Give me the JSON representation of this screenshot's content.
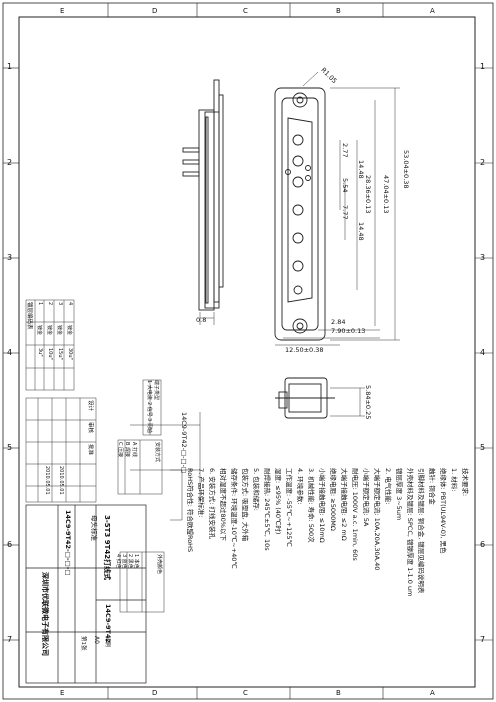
{
  "zones": {
    "letters": [
      "E",
      "D",
      "C",
      "B",
      "A"
    ],
    "numbers": [
      "1",
      "2",
      "3",
      "4",
      "5",
      "6",
      "7"
    ]
  },
  "dimensions": {
    "d_53": "53.04±0.38",
    "d_47": "47.04±0.13",
    "d_28": "28.36±0.13",
    "d_14a": "14.48",
    "d_277": "2.77",
    "d_554": "5.54",
    "d_777": "7.77",
    "d_14b": "14.48",
    "d_284": "2.84",
    "d_790": "7.90±0.13",
    "d_1250": "12.50±0.38",
    "d_08": "0.8",
    "d_584": "5.84±0.25",
    "d_r": "R1.05"
  },
  "notes": {
    "title": "技术要求:",
    "lines": [
      "1. 材料:",
      "   绝缘体: PBT(UL94V-0), 黑色",
      "   触针: 铜合金",
      "   引脚材料及镀层: 铜合金, 镀层见编码说明表",
      "   外壳材料及镀层: SPCC, 镀镍厚度 1-1.0 um",
      "   镀层厚度 3~5um",
      "2. 电气性能:",
      "   大端子额定电流: 10A,20A,30A,40",
      "   小端子额定电流: 5A",
      "   耐电压: 1000V a.c. 1min, 60s",
      "   大端子接触电阻: ≤2 mΩ",
      "   绝缘电阻: ≥5000MΩ",
      "   小端子接触电阻: ≤10mΩ",
      "3. 机械性能: 寿命: 500次",
      "4. 环境参数:",
      "   工作温度: -55℃~+125℃",
      "   湿度: ≤95% (40℃时)",
      "   耐焊接热: 245℃±5℃, 10s",
      "5. 包装和储存:",
      "   包装方式: 吸塑盘, 大外箱",
      "   储存条件: 环境温度-10℃~+40℃",
      "   相对湿度不超过80%以下",
      "6. 安装方式: 打线安装孔",
      "7. 产品环保标准:",
      "   RoHS符合性: 符合欧盟RoHS"
    ]
  },
  "part_code": "14C9-9T42-□-□-□",
  "title_block": {
    "company": "深圳市优联微电子有限公司",
    "product": "3-5T3 9T42打线式",
    "subtitle": "母头标准",
    "drawing_no": "14C9-9T42",
    "part_no": "14C9-9T42-□-□-□",
    "scale_label": "比例",
    "scale_value": "A0",
    "design": "设计",
    "check": "审核",
    "approve": "批准",
    "date1": "2010.05.01",
    "date2": "2010.05.01",
    "sheet": "第1张"
  },
  "plating_table": {
    "title": "镀层编码表",
    "rows": [
      [
        "1",
        "镀金",
        "3u\""
      ],
      [
        "2",
        "镀金",
        "10u\""
      ],
      [
        "3",
        "镀金",
        "15u\""
      ],
      [
        "4",
        "镀金",
        "30u\""
      ]
    ]
  },
  "code_tables": {
    "a_title": "端子类型",
    "a_rows": [
      "1 大电流",
      "2 信号",
      "3 同轴"
    ],
    "b_title": "安装方式",
    "b_rows": [
      "A 打线",
      "B 焊接",
      "C 压接"
    ],
    "c_title": "外壳颜色",
    "c_rows": [
      "1 本色",
      "2 黑色",
      "3 蓝色",
      "4 红色"
    ]
  }
}
